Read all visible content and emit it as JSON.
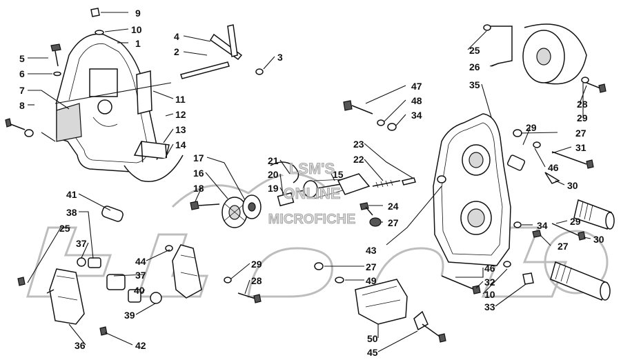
{
  "watermark": {
    "line1": "LSM'S",
    "line2": "ONLINE",
    "line3": "MICROFICHE"
  },
  "callouts": [
    {
      "id": "c9",
      "label": "9"
    },
    {
      "id": "c10a",
      "label": "10"
    },
    {
      "id": "c1",
      "label": "1"
    },
    {
      "id": "c5",
      "label": "5"
    },
    {
      "id": "c6",
      "label": "6"
    },
    {
      "id": "c7",
      "label": "7"
    },
    {
      "id": "c8",
      "label": "8"
    },
    {
      "id": "c4",
      "label": "4"
    },
    {
      "id": "c2",
      "label": "2"
    },
    {
      "id": "c3",
      "label": "3"
    },
    {
      "id": "c11",
      "label": "11"
    },
    {
      "id": "c12",
      "label": "12"
    },
    {
      "id": "c13",
      "label": "13"
    },
    {
      "id": "c14",
      "label": "14"
    },
    {
      "id": "c17",
      "label": "17"
    },
    {
      "id": "c16",
      "label": "16"
    },
    {
      "id": "c18",
      "label": "18"
    },
    {
      "id": "c21",
      "label": "21"
    },
    {
      "id": "c20",
      "label": "20"
    },
    {
      "id": "c19",
      "label": "19"
    },
    {
      "id": "c15",
      "label": "15"
    },
    {
      "id": "c22",
      "label": "22"
    },
    {
      "id": "c23",
      "label": "23"
    },
    {
      "id": "c24",
      "label": "24"
    },
    {
      "id": "c27a",
      "label": "27"
    },
    {
      "id": "c43",
      "label": "43"
    },
    {
      "id": "c47",
      "label": "47"
    },
    {
      "id": "c48",
      "label": "48"
    },
    {
      "id": "c34a",
      "label": "34"
    },
    {
      "id": "c35",
      "label": "35"
    },
    {
      "id": "c25a",
      "label": "25"
    },
    {
      "id": "c26",
      "label": "26"
    },
    {
      "id": "c28a",
      "label": "28"
    },
    {
      "id": "c29a",
      "label": "29"
    },
    {
      "id": "c29b",
      "label": "29"
    },
    {
      "id": "c27b",
      "label": "27"
    },
    {
      "id": "c31",
      "label": "31"
    },
    {
      "id": "c46a",
      "label": "46"
    },
    {
      "id": "c30a",
      "label": "30"
    },
    {
      "id": "c34b",
      "label": "34"
    },
    {
      "id": "c29c",
      "label": "29"
    },
    {
      "id": "c27c",
      "label": "27"
    },
    {
      "id": "c30b",
      "label": "30"
    },
    {
      "id": "c46b",
      "label": "46"
    },
    {
      "id": "c32",
      "label": "32"
    },
    {
      "id": "c10b",
      "label": "10"
    },
    {
      "id": "c33",
      "label": "33"
    },
    {
      "id": "c27d",
      "label": "27"
    },
    {
      "id": "c49",
      "label": "49"
    },
    {
      "id": "c50",
      "label": "50"
    },
    {
      "id": "c45",
      "label": "45"
    },
    {
      "id": "c41",
      "label": "41"
    },
    {
      "id": "c38",
      "label": "38"
    },
    {
      "id": "c25b",
      "label": "25"
    },
    {
      "id": "c37a",
      "label": "37"
    },
    {
      "id": "c44",
      "label": "44"
    },
    {
      "id": "c37b",
      "label": "37"
    },
    {
      "id": "c40",
      "label": "40"
    },
    {
      "id": "c39",
      "label": "39"
    },
    {
      "id": "c36",
      "label": "36"
    },
    {
      "id": "c42",
      "label": "42"
    },
    {
      "id": "c29d",
      "label": "29"
    },
    {
      "id": "c28b",
      "label": "28"
    }
  ]
}
